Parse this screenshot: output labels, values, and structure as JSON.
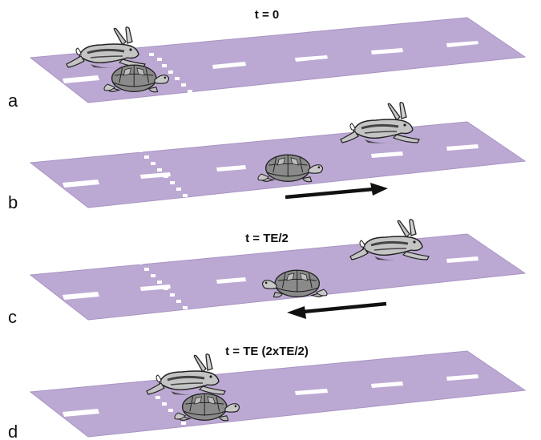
{
  "colors": {
    "road": "#bca9d3",
    "road_edge": "#a994c2",
    "marking": "#ffffff",
    "arrow": "#111111",
    "turtle_shell": "#8a8a8a",
    "turtle_body": "#b8b8b8",
    "hare_body": "#c4c4c4",
    "hare_dark": "#444444"
  },
  "panels": [
    {
      "letter": "a",
      "time_label": "t = 0",
      "arrow": "none"
    },
    {
      "letter": "b",
      "time_label": "",
      "arrow": "right"
    },
    {
      "letter": "c",
      "time_label": "t = TE/2",
      "arrow": "left"
    },
    {
      "letter": "d",
      "time_label": "t = TE (2xTE/2)",
      "arrow": "none"
    }
  ],
  "icons": [
    "hare-icon",
    "tortoise-icon",
    "direction-arrow-icon"
  ]
}
